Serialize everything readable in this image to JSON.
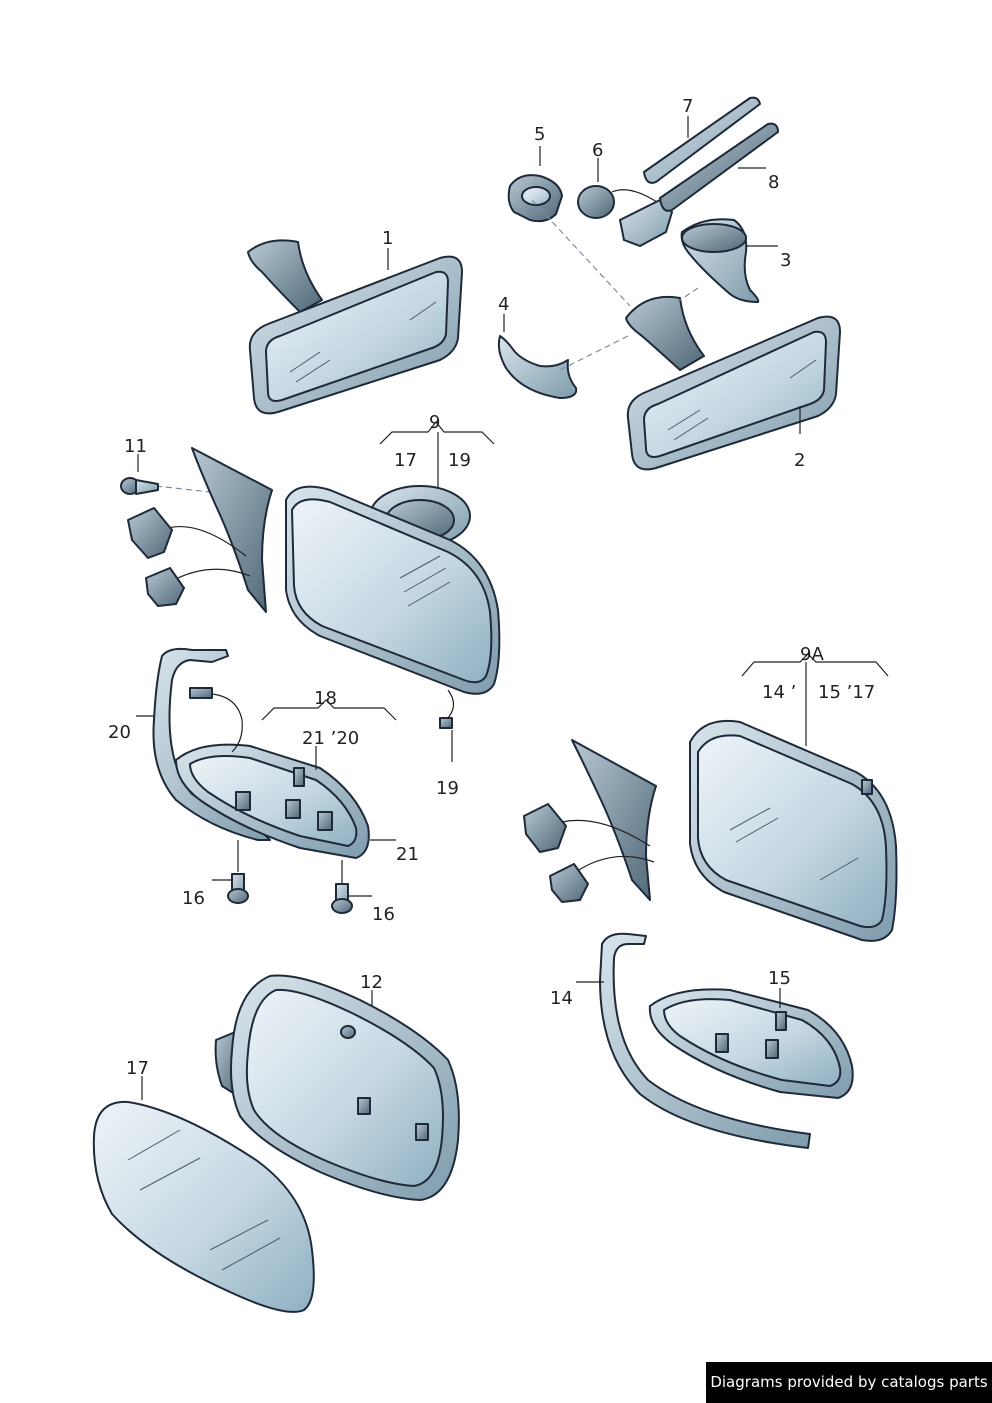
{
  "callouts": {
    "c1": "1",
    "c2": "2",
    "c3": "3",
    "c4": "4",
    "c5": "5",
    "c6": "6",
    "c7": "7",
    "c8": "8",
    "c9": "9",
    "c9_left": "17",
    "c9_right": "19",
    "c11": "11",
    "c19": "19",
    "c18": "18",
    "c18_sub": "21 ’20",
    "c20": "20",
    "c21": "21",
    "c16a": "16",
    "c16b": "16",
    "c9a": "9A",
    "c9a_left": "14 ’",
    "c9a_right": "15 ’17",
    "c12": "12",
    "c14": "14",
    "c15": "15",
    "c17": "17"
  },
  "credit": "Diagrams provided by catalogs parts",
  "colors": {
    "glass_light": "#eef4f8",
    "glass_dark": "#8fb0c2",
    "outline": "#1e2a3a",
    "badge_bg": "#000000",
    "badge_text": "#ffffff"
  }
}
